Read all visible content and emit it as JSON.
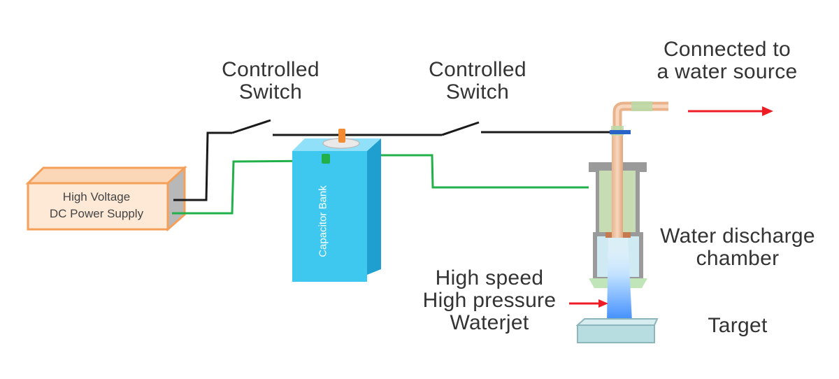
{
  "labels": {
    "switch1": [
      "Controlled",
      "Switch"
    ],
    "switch2": [
      "Controlled",
      "Switch"
    ],
    "water_source": [
      "Connected to",
      "a water source"
    ],
    "power_supply": [
      "High Voltage",
      "DC Power Supply"
    ],
    "capacitor": "Capacitor Bank",
    "chamber": [
      "Water discharge",
      "chamber"
    ],
    "waterjet": [
      "High speed",
      "High pressure",
      "Waterjet"
    ],
    "target": "Target"
  },
  "colors": {
    "wire_black": "#1a1a1a",
    "wire_green": "#22b04a",
    "arrow_red": "#ee1c24",
    "psu_border": "#f5a05a",
    "psu_face": "#fde9d6",
    "capacitor_front": "#3fc8ef",
    "capacitor_side": "#1f9fd0",
    "chamber_gray": "#8c8c8c",
    "nozzle_green": "#c7e6bd",
    "jet_blue": "#3d8cff",
    "target_face": "#b7dde0"
  }
}
